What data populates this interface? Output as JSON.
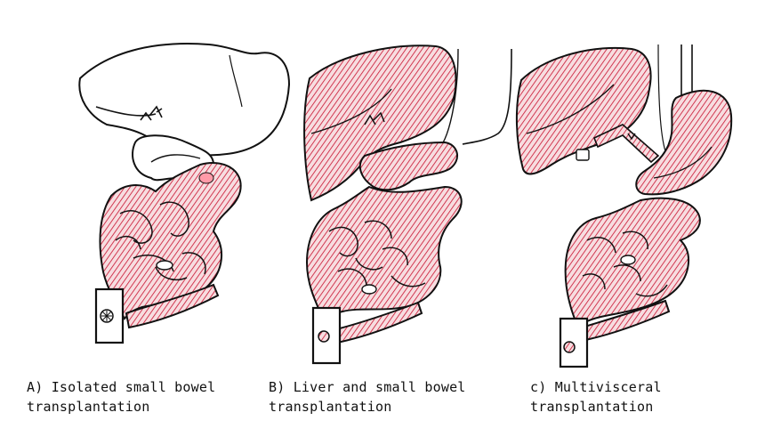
{
  "panels": [
    {
      "id": "a",
      "caption": "A) Isolated small bowel\n   transplantation"
    },
    {
      "id": "b",
      "caption": "B) Liver and small bowel\n   transplantation"
    },
    {
      "id": "c",
      "caption": "c) Multivisceral\n   transplantation"
    }
  ],
  "colors": {
    "ink": "#111111",
    "graft_hatch": "#c8102e",
    "graft_fill": "#f5d3d6",
    "native_fill": "#ffffff"
  }
}
